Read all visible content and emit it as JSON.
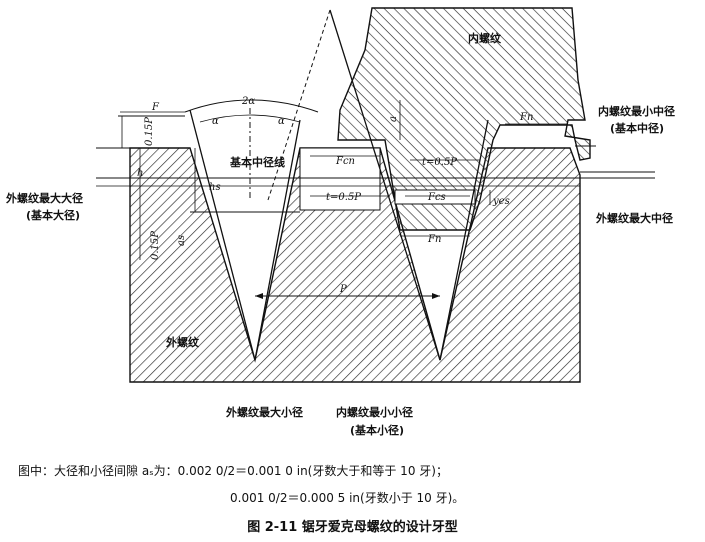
{
  "labels": {
    "internal_thread": "内螺纹",
    "external_thread": "外螺纹",
    "basic_pitch_line": "基本中径线",
    "ext_max_major_l1": "外螺纹最大大径",
    "ext_max_major_l2": "(基本大径)",
    "int_min_minor_pd_l1": "内螺纹最小中径",
    "int_min_minor_pd_l2": "(基本中径)",
    "int_max_pd": "外螺纹最大中径",
    "ext_max_minor": "外螺纹最大小径",
    "int_min_minor_l1": "内螺纹最小小径",
    "int_min_minor_l2": "(基本小径)"
  },
  "symbols": {
    "F_left": "F",
    "two_alpha": "2α",
    "alpha_left": "α",
    "alpha_right": "α",
    "p015_top": "0.15P",
    "h": "h",
    "hs": "hs",
    "p015_bottom": "0.15P",
    "as": "as",
    "Fcn": "Fcn",
    "t05p_right": "t=0.5P",
    "t05p_center": "t=0.5P",
    "Fcs_mid": "Fcs",
    "Fn_bottom": "Fn",
    "Fn_top": "Fn",
    "P": "P",
    "a_top": "a",
    "yes": "yes"
  },
  "notes": {
    "line1": "图中：大径和小径间隙 aₛ为：0.002 0/2＝0.001 0 in(牙数大于和等于 10 牙)；",
    "line2": "0.001 0/2＝0.000 5 in(牙数小于 10 牙)。"
  },
  "caption": "图 2-11   锯牙爱克母螺纹的设计牙型",
  "colors": {
    "ink": "#111111",
    "hatch": "#2a2a2a",
    "paper": "#ffffff"
  }
}
